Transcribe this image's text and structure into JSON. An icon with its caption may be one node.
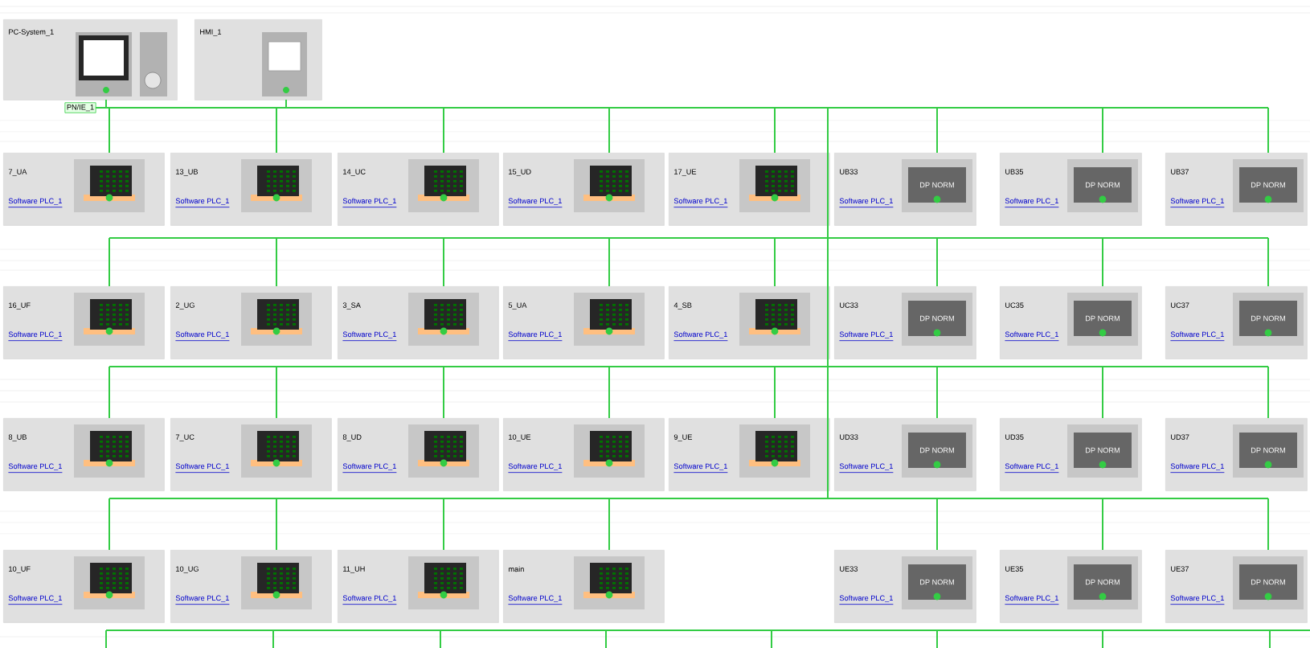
{
  "diagram": {
    "nodes": [
      {
        "text": [
          "PC-System_1"
        ]
      },
      {
        "text": [
          "HMI_1"
        ]
      },
      {
        "text": [
          "PN/IE_1"
        ]
      },
      {
        "text": [
          "7_UA",
          "Software PLC_1"
        ]
      },
      {
        "text": [
          "13_UB",
          "Software PLC_1"
        ]
      },
      {
        "text": [
          "14_UC",
          "Software PLC_1"
        ]
      },
      {
        "text": [
          "15_UD",
          "Software PLC_1"
        ]
      },
      {
        "text": [
          "17_UE",
          "Software PLC_1"
        ]
      },
      {
        "text": [
          "UB33",
          "Software PLC_1",
          "DP NORM"
        ]
      },
      {
        "text": [
          "UB35",
          "Software PLC_1",
          "DP NORM"
        ]
      },
      {
        "text": [
          "UB37",
          "Software PLC_1",
          "DP NORM"
        ]
      },
      {
        "text": [
          "16_UF",
          "Software PLC_1"
        ]
      },
      {
        "text": [
          "2_UG",
          "Software PLC_1"
        ]
      },
      {
        "text": [
          "3_SA",
          "Software PLC_1"
        ]
      },
      {
        "text": [
          "5_UA",
          "Software PLC_1"
        ]
      },
      {
        "text": [
          "4_SB",
          "Software PLC_1"
        ]
      },
      {
        "text": [
          "UC33",
          "Software PLC_1",
          "DP NORM"
        ]
      },
      {
        "text": [
          "UC35",
          "Software PLC_1",
          "DP NORM"
        ]
      },
      {
        "text": [
          "UC37",
          "Software PLC_1",
          "DP NORM"
        ]
      },
      {
        "text": [
          "8_UB",
          "Software PLC_1"
        ]
      },
      {
        "text": [
          "7_UC",
          "Software PLC_1"
        ]
      },
      {
        "text": [
          "8_UD",
          "Software PLC_1"
        ]
      },
      {
        "text": [
          "10_UE",
          "Software PLC_1"
        ]
      },
      {
        "text": [
          "9_UE",
          "Software PLC_1"
        ]
      },
      {
        "text": [
          "UD33",
          "Software PLC_1",
          "DP NORM"
        ]
      },
      {
        "text": [
          "UD35",
          "Software PLC_1",
          "DP NORM"
        ]
      },
      {
        "text": [
          "UD37",
          "Software PLC_1",
          "DP NORM"
        ]
      },
      {
        "text": [
          "10_UF",
          "Software PLC_1"
        ]
      },
      {
        "text": [
          "10_UG",
          "Software PLC_1"
        ]
      },
      {
        "text": [
          "11_UH",
          "Software PLC_1"
        ]
      },
      {
        "text": [
          "main",
          "Software PLC_1"
        ]
      },
      {
        "text": [
          "UE33",
          "Software PLC_1",
          "DP NORM"
        ]
      },
      {
        "text": [
          "UE35",
          "Software PLC_1",
          "DP NORM"
        ]
      },
      {
        "text": [
          "UE37",
          "Software PLC_1",
          "DP NORM"
        ]
      }
    ],
    "edges": [
      {
        "from": 2,
        "to": 0,
        "arrow": "none"
      },
      {
        "from": 2,
        "to": 1,
        "arrow": "none"
      },
      {
        "from": 2,
        "to": 3,
        "arrow": "none"
      },
      {
        "from": 2,
        "to": 4,
        "arrow": "none"
      },
      {
        "from": 2,
        "to": 5,
        "arrow": "none"
      },
      {
        "from": 2,
        "to": 6,
        "arrow": "none"
      },
      {
        "from": 2,
        "to": 7,
        "arrow": "none"
      },
      {
        "from": 2,
        "to": 8,
        "arrow": "none"
      },
      {
        "from": 2,
        "to": 9,
        "arrow": "none"
      },
      {
        "from": 2,
        "to": 10,
        "arrow": "none"
      },
      {
        "from": 2,
        "to": 11,
        "arrow": "none"
      },
      {
        "from": 2,
        "to": 12,
        "arrow": "none"
      },
      {
        "from": 2,
        "to": 13,
        "arrow": "none"
      },
      {
        "from": 2,
        "to": 14,
        "arrow": "none"
      },
      {
        "from": 2,
        "to": 15,
        "arrow": "none"
      },
      {
        "from": 2,
        "to": 16,
        "arrow": "none"
      },
      {
        "from": 2,
        "to": 17,
        "arrow": "none"
      },
      {
        "from": 2,
        "to": 18,
        "arrow": "none"
      },
      {
        "from": 2,
        "to": 19,
        "arrow": "none"
      },
      {
        "from": 2,
        "to": 20,
        "arrow": "none"
      },
      {
        "from": 2,
        "to": 21,
        "arrow": "none"
      },
      {
        "from": 2,
        "to": 22,
        "arrow": "none"
      },
      {
        "from": 2,
        "to": 23,
        "arrow": "none"
      },
      {
        "from": 2,
        "to": 24,
        "arrow": "none"
      },
      {
        "from": 2,
        "to": 25,
        "arrow": "none"
      },
      {
        "from": 2,
        "to": 26,
        "arrow": "none"
      },
      {
        "from": 2,
        "to": 27,
        "arrow": "none"
      },
      {
        "from": 2,
        "to": 28,
        "arrow": "none"
      },
      {
        "from": 2,
        "to": 29,
        "arrow": "none"
      },
      {
        "from": 2,
        "to": 30,
        "arrow": "none"
      },
      {
        "from": 2,
        "to": 31,
        "arrow": "none"
      },
      {
        "from": 2,
        "to": 32,
        "arrow": "none"
      },
      {
        "from": 2,
        "to": 33,
        "arrow": "none"
      }
    ]
  }
}
